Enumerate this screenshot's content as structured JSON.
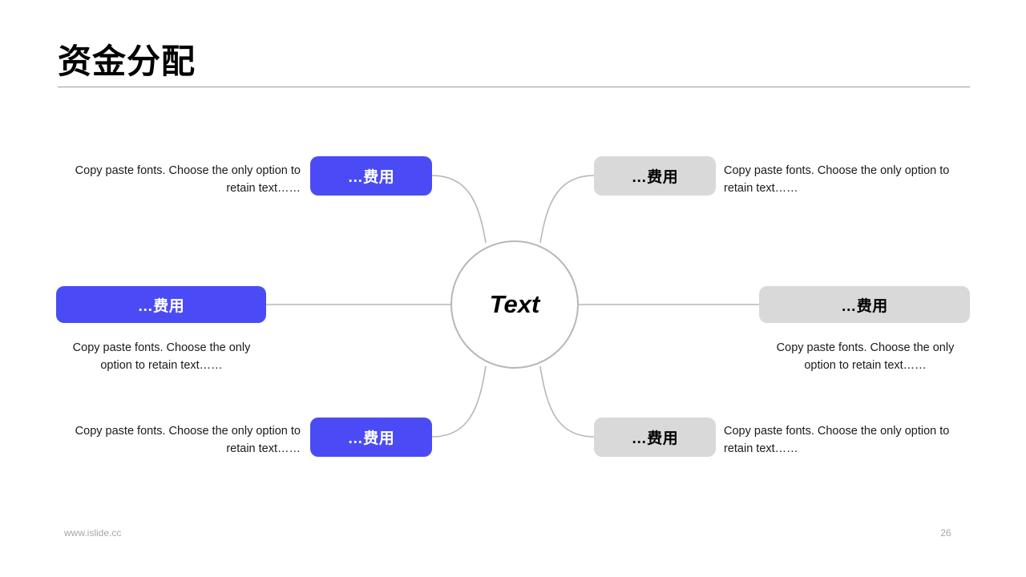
{
  "slide": {
    "title": "资金分配",
    "center_label": "Text"
  },
  "footer": {
    "url": "www.islide.cc",
    "page_number": "26"
  },
  "colors": {
    "accent_blue": "#4b4bf5",
    "neutral_gray": "#d9d9d9",
    "connector_gray": "#b7b7b7",
    "rule_gray": "#9a9a9a",
    "footer_gray": "#a6a6a6"
  },
  "branches": [
    {
      "id": "top-left",
      "side": "left",
      "style": "blue",
      "label": "…费用",
      "description": "Copy paste fonts. Choose the only option to retain text……"
    },
    {
      "id": "middle-left",
      "side": "left",
      "style": "blue",
      "label": "…费用",
      "description": "Copy paste fonts. Choose the only option to retain text……"
    },
    {
      "id": "bottom-left",
      "side": "left",
      "style": "blue",
      "label": "…费用",
      "description": "Copy paste fonts. Choose the only option to retain text……"
    },
    {
      "id": "top-right",
      "side": "right",
      "style": "gray",
      "label": "…费用",
      "description": "Copy paste fonts. Choose the only option to retain text……"
    },
    {
      "id": "middle-right",
      "side": "right",
      "style": "gray",
      "label": "…费用",
      "description": "Copy paste fonts. Choose the only option to retain text……"
    },
    {
      "id": "bottom-right",
      "side": "right",
      "style": "gray",
      "label": "…费用",
      "description": "Copy paste fonts. Choose the only option to retain text……"
    }
  ]
}
